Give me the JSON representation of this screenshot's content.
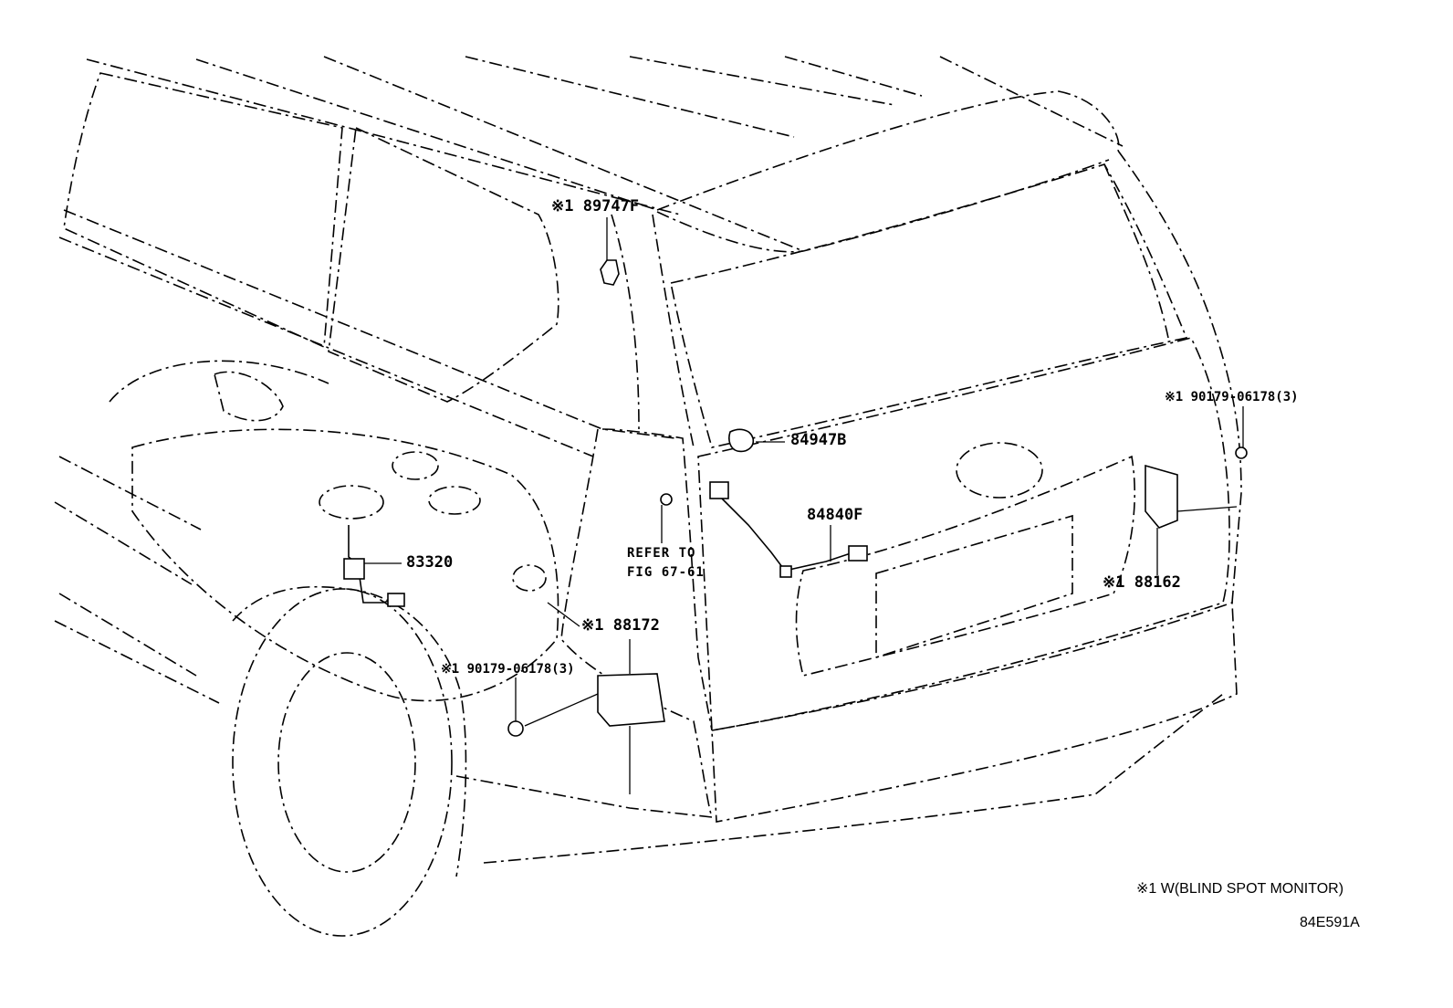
{
  "labels": {
    "p89747F": "※1 89747F",
    "p84947B": "84947B",
    "p90179_right": "※1 90179-06178(3)",
    "p84840F": "84840F",
    "p83320": "83320",
    "refer_line1": "REFER TO",
    "refer_line2": "FIG 67-61",
    "p88162": "※1 88162",
    "p88172": "※1 88172",
    "p90179_left": "※1 90179-06178(3)"
  },
  "legend": {
    "note": "※1  W(BLIND SPOT MONITOR)",
    "figure_code": "84E591A"
  }
}
